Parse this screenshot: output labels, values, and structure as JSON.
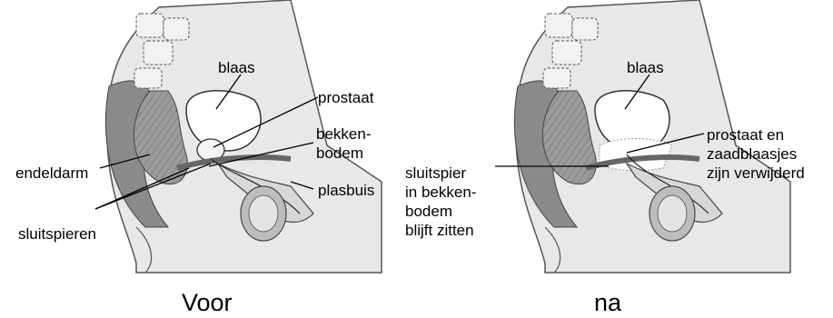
{
  "panels": [
    {
      "caption": "Voor",
      "labels": {
        "blaas": "blaas",
        "prostaat": "prostaat",
        "bekkenbodem": "bekken-\nbodem",
        "endeldarm": "endeldarm",
        "plasbuis": "plasbuis",
        "sluitspieren": "sluitspieren"
      }
    },
    {
      "caption": "na",
      "labels": {
        "blaas": "blaas",
        "prostaat_zaadblaasjes": "prostaat en\nzaadblaasjes\nzijn verwijderd",
        "sluitspier": "sluitspier\nin bekken-\nbodem\nblijft zitten"
      }
    }
  ]
}
